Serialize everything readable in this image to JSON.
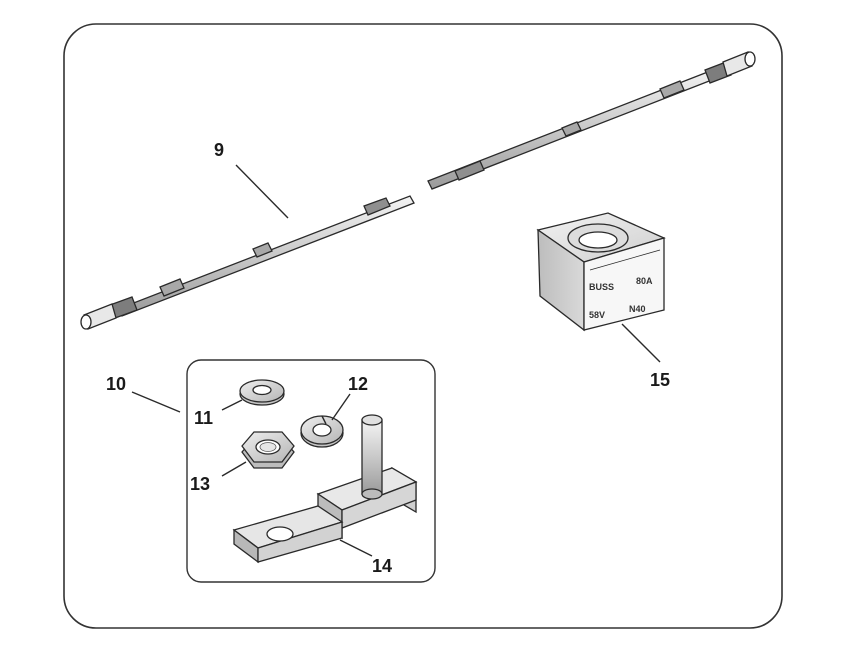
{
  "labels": {
    "cable": "9",
    "kit": "10",
    "flat_washer": "11",
    "lock_washer": "12",
    "nut": "13",
    "bracket": "14",
    "fuse": "15"
  },
  "fuse_markings": {
    "brand": "BUSS",
    "amps": "80A",
    "volts": "58V",
    "model": "N40"
  }
}
